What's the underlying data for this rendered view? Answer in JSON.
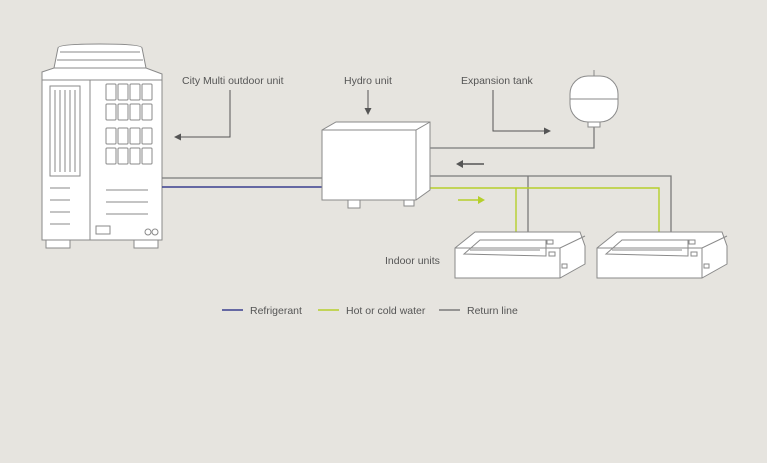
{
  "labels": {
    "outdoor_unit": "City Multi outdoor unit",
    "hydro_unit": "Hydro unit",
    "expansion_tank": "Expansion tank",
    "indoor_units": "Indoor units"
  },
  "legend": [
    {
      "label": "Refrigerant",
      "color": "#3a3f8f"
    },
    {
      "label": "Hot or cold water",
      "color": "#b5cf2b"
    },
    {
      "label": "Return line",
      "color": "#7a7a7a"
    }
  ],
  "colors": {
    "background": "#e6e4df",
    "refrigerant": "#3a3f8f",
    "water": "#b5cf2b",
    "return": "#7a7a7a",
    "outline": "#8a8a8a"
  }
}
